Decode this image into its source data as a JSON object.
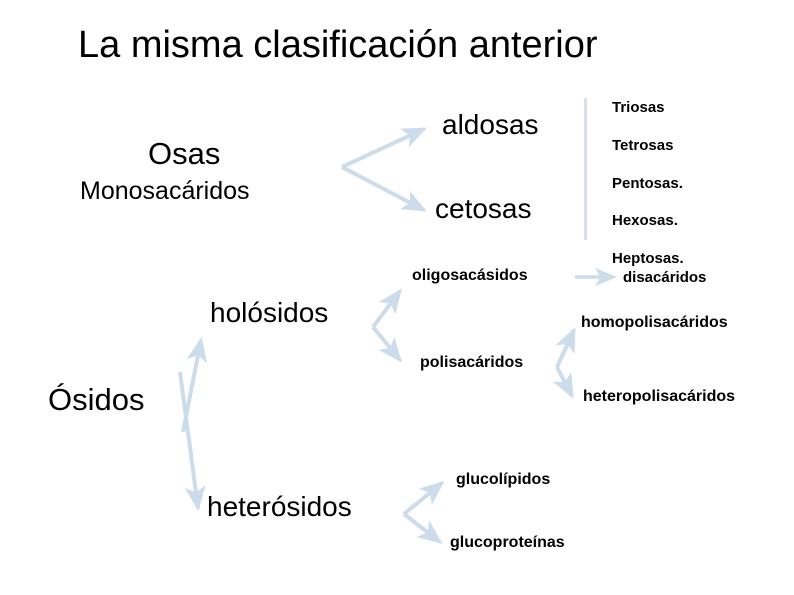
{
  "slide": {
    "title": "La misma clasificación anterior",
    "background_color": "#ffffff",
    "text_color": "#000000",
    "connector_color": "#ccdcea"
  },
  "nodes": {
    "osas": "Osas",
    "monosacaridos": "Monosacáridos",
    "aldosas": "aldosas",
    "cetosas": "cetosas",
    "osidos": "Ósidos",
    "holosidos": "holósidos",
    "heterosidos": "heterósidos",
    "oligosacasidos": "oligosacásidos",
    "polisacaridos": "polisacáridos",
    "disacaridos": "disacáridos",
    "homopolisacaridos": "homopolisacáridos",
    "heteropolisacaridos": "heteropolisacáridos",
    "glucolipidos": "glucolípidos",
    "glucoproteinas": "glucoproteínas"
  },
  "carbon_list": {
    "items": [
      "Triosas",
      "Tetrosas",
      "Pentosas.",
      "Hexosas.",
      "Heptosas."
    ]
  }
}
